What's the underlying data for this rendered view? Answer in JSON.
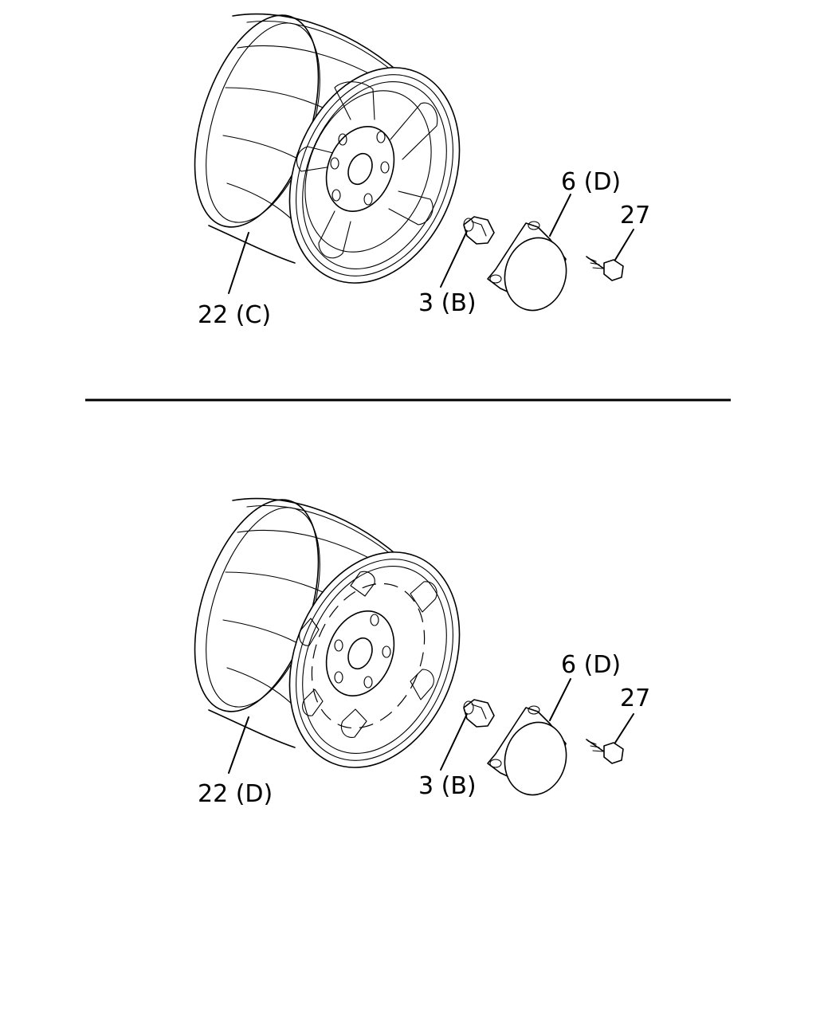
{
  "top_panel": {
    "wheel_label": "22 (C)",
    "nut_label": "3 (B)",
    "cap_label": "6 (D)",
    "screw_label": "27"
  },
  "bottom_panel": {
    "wheel_label": "22 (D)",
    "nut_label": "3 (B)",
    "cap_label": "6 (D)",
    "screw_label": "27"
  }
}
